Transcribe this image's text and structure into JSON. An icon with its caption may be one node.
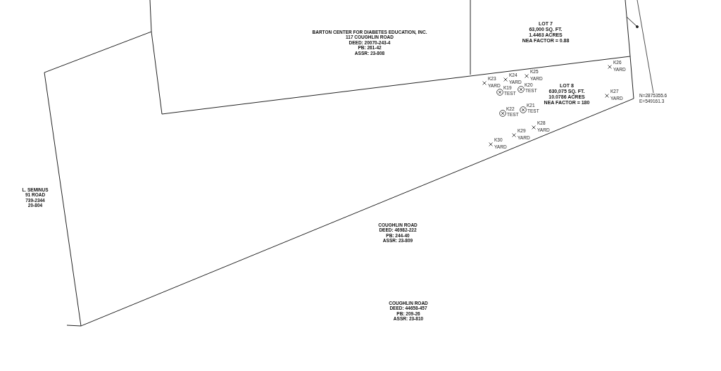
{
  "diagram": {
    "nodes": [
      {
        "text": [
          "LOT 7",
          "63,000 SQ. FT.",
          "1.4463 ACRES",
          "NEA FACTOR = 0.88"
        ]
      },
      {
        "text": [
          "LOT 8",
          "630,075 SQ. FT.",
          "10.0786 ACRES",
          "NEA FACTOR = 180"
        ]
      }
    ],
    "edges": [],
    "labels": [
      "BARTON CENTER FOR DIABETES EDUCATION, INC.",
      "117 COUGHLIN ROAD",
      "DEED: 20070-243-4",
      "PB: 261-42",
      "ASSR: 23-808",
      "L. SEMINUS",
      "91 ROAD",
      "739-2344",
      "20-804",
      "COUGHLIN ROAD",
      "DEED: 46982-222",
      "PB: 244-40",
      "ASSR: 23-809",
      "COUGHLIN ROAD",
      "DEED: 44658-457",
      "PB: 209-26",
      "ASSR: 23-810",
      "N=2875355.6",
      "E=549161.3",
      "K23",
      "YARD",
      "K24",
      "YARD",
      "K25",
      "YARD",
      "K26",
      "YARD",
      "K19",
      "TEST",
      "K20",
      "TEST",
      "K21",
      "TEST",
      "K22",
      "TEST",
      "K27",
      "YARD",
      "K28",
      "YARD",
      "K29",
      "YARD",
      "K30",
      "YARD"
    ]
  }
}
